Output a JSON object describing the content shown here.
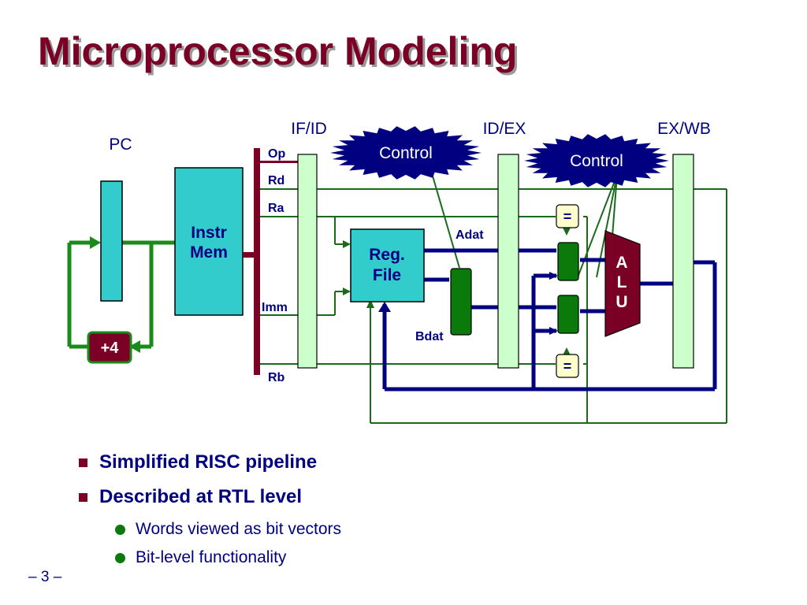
{
  "slide": {
    "title": "Microprocessor Modeling",
    "page_number": "– 3 –"
  },
  "diagram": {
    "pc_label": "PC",
    "stage_labels": [
      "IF/ID",
      "ID/EX",
      "EX/WB"
    ],
    "control_labels": [
      "Control",
      "Control"
    ],
    "instr_mem": [
      "Instr",
      "Mem"
    ],
    "reg_file": [
      "Reg.",
      "File"
    ],
    "alu": [
      "A",
      "L",
      "U"
    ],
    "incrementer": "+4",
    "field_labels": {
      "op": "Op",
      "rd": "Rd",
      "ra": "Ra",
      "imm": "Imm",
      "rb": "Rb"
    },
    "port_labels": {
      "adat": "Adat",
      "bdat": "Bdat"
    },
    "comparator": "=",
    "colors": {
      "title": "#7a0026",
      "bus_navy": "#000080",
      "wire_green": "#0a7a0a",
      "teal_block": "#33cccc",
      "latch_fill": "#ccffcc",
      "mux_green": "#0a7a0a",
      "alu_fill": "#7a0026",
      "comparator_fill": "#ffffcc"
    }
  },
  "bullets": [
    {
      "text": "Simplified RISC pipeline",
      "level": 1
    },
    {
      "text": "Described at RTL level",
      "level": 1
    },
    {
      "text": "Words viewed as bit vectors",
      "level": 2
    },
    {
      "text": "Bit-level functionality",
      "level": 2
    }
  ]
}
